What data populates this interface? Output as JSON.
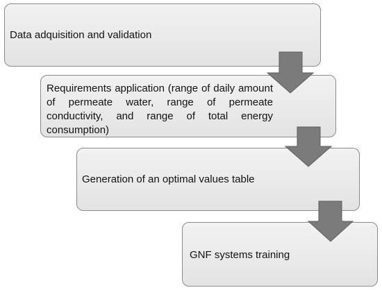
{
  "steps": [
    {
      "label": "Data adquisition and validation"
    },
    {
      "label": "Requirements application (range of daily amount of permeate water, range of permeate conductivity, and range of total energy consumption)"
    },
    {
      "label": "Generation of an optimal values table"
    },
    {
      "label": "GNF systems training"
    }
  ],
  "colors": {
    "box_fill_top": "#f2f2f2",
    "box_fill_bottom": "#e3e3e3",
    "box_border": "#8a8a8a",
    "arrow_fill": "#7b7b7b",
    "arrow_stroke": "#5e5e5e"
  }
}
